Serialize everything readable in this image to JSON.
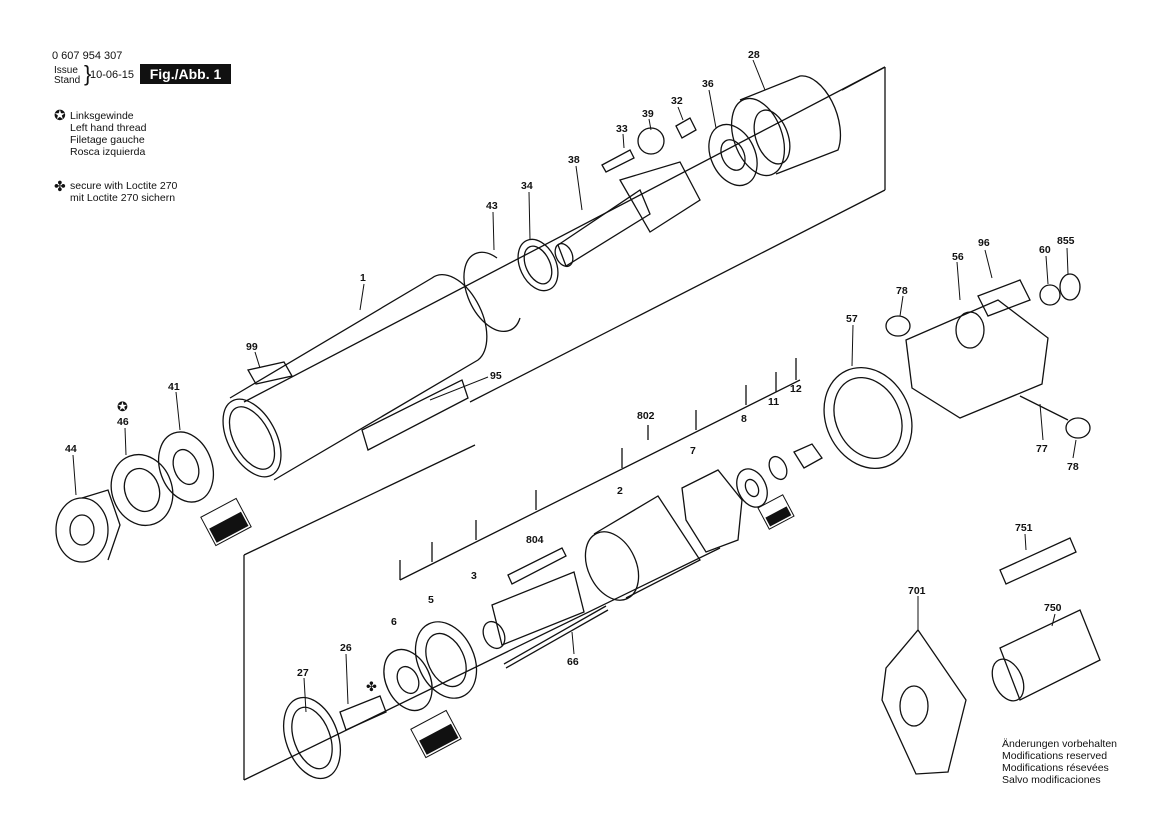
{
  "header": {
    "part_number": "0 607 954 307",
    "issue_line1": "Issue",
    "issue_line2": "Stand",
    "date": "10-06-15",
    "figure_label": "Fig./Abb. 1"
  },
  "legend": {
    "left_hand_thread": [
      "Linksgewinde",
      "Left hand thread",
      "Filetage gauche",
      "Rosca izquierda"
    ],
    "loctite": [
      "secure with Loctite 270",
      "mit Loctite 270 sichern"
    ],
    "icon_left_hand": "star-in-circle-icon",
    "icon_loctite": "four-leaf-clover-icon"
  },
  "callouts": [
    "28",
    "32",
    "39",
    "36",
    "33",
    "38",
    "34",
    "43",
    "1",
    "99",
    "95",
    "41",
    "46",
    "44",
    "802",
    "2",
    "7",
    "8",
    "11",
    "12",
    "804",
    "3",
    "5",
    "6",
    "26",
    "27",
    "66",
    "57",
    "78",
    "56",
    "96",
    "60",
    "855",
    "77",
    "751",
    "701",
    "750"
  ],
  "notes": [
    "Änderungen vorbehalten",
    "Modifications reserved",
    "Modifications résevées",
    "Salvo modificaciones"
  ],
  "colors": {
    "ink": "#111111",
    "paper": "#ffffff"
  }
}
